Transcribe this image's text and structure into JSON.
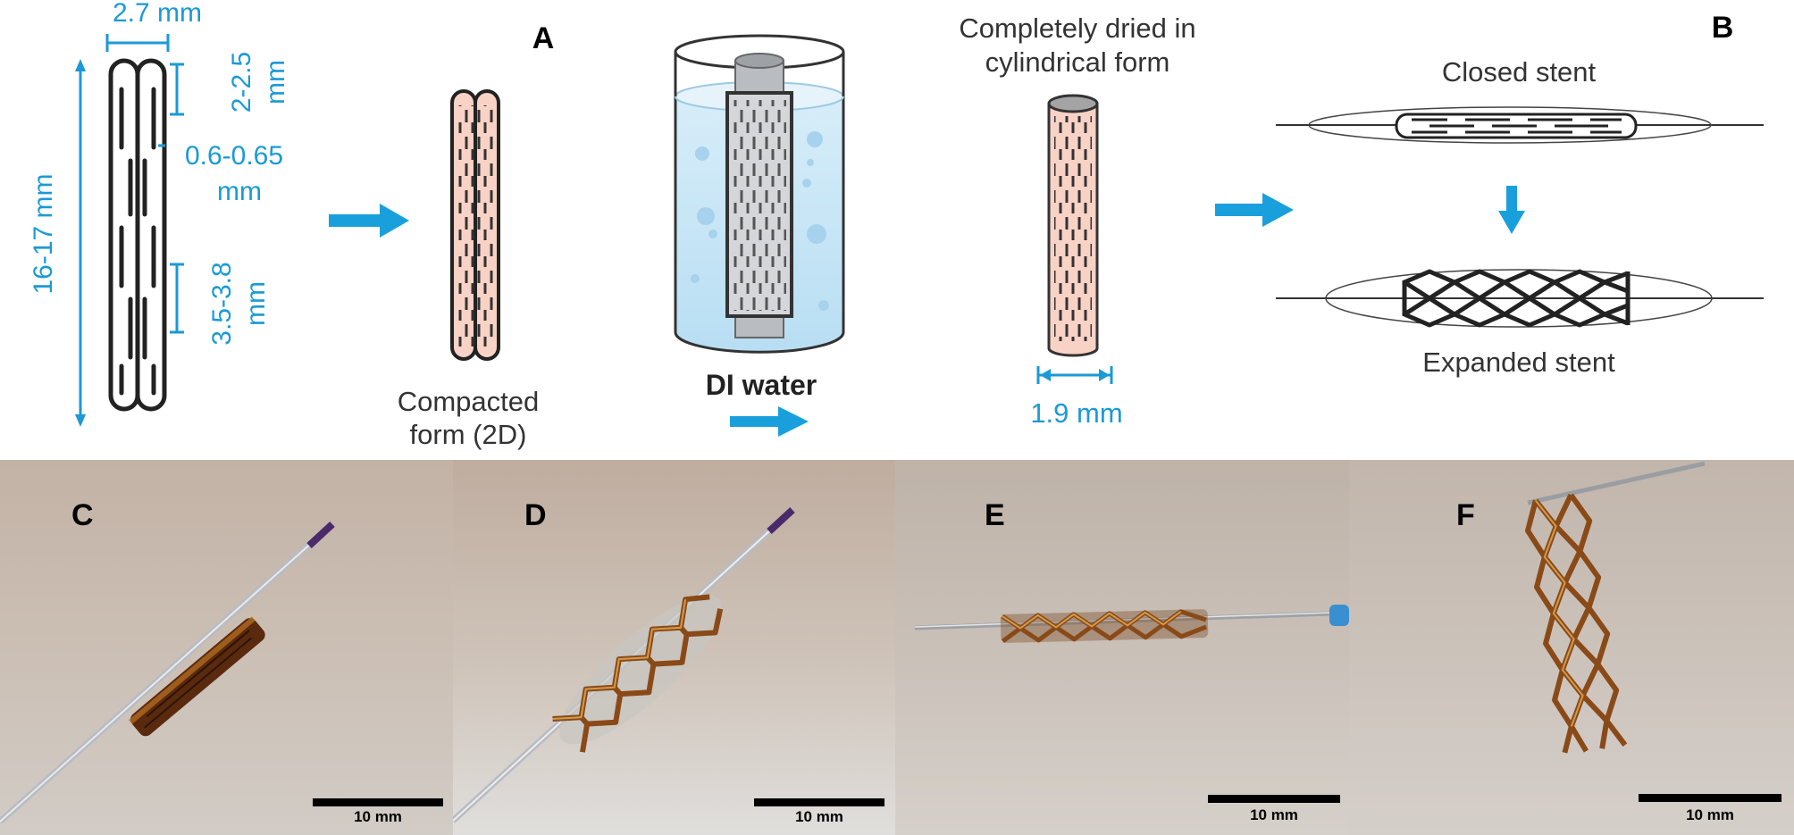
{
  "panel_labels": {
    "a": "A",
    "b": "B",
    "c": "C",
    "d": "D",
    "e": "E",
    "f": "F"
  },
  "dimensions": {
    "width": "2.7 mm",
    "length": "16-17 mm",
    "segment_top_value": "2-2.5",
    "segment_top_unit": "mm",
    "gap_value": "0.6-0.65",
    "gap_unit": "mm",
    "segment_mid_value": "3.5-3.8",
    "segment_mid_unit": "mm",
    "diameter": "1.9 mm"
  },
  "captions": {
    "compacted_line1": "Compacted",
    "compacted_line2": "form (2D)",
    "di_water": "DI water",
    "dried_line1": "Completely dried in",
    "dried_line2": "cylindrical form",
    "closed_stent": "Closed stent",
    "expanded_stent": "Expanded stent"
  },
  "scale_bar": "10 mm",
  "colors": {
    "dimension_blue": "#1a9ad6",
    "arrow_blue": "#19a0dc",
    "stent_pink": "#f9d2c6",
    "water_blue": "#cfe8f6",
    "stent_brown": "#6b3410"
  }
}
